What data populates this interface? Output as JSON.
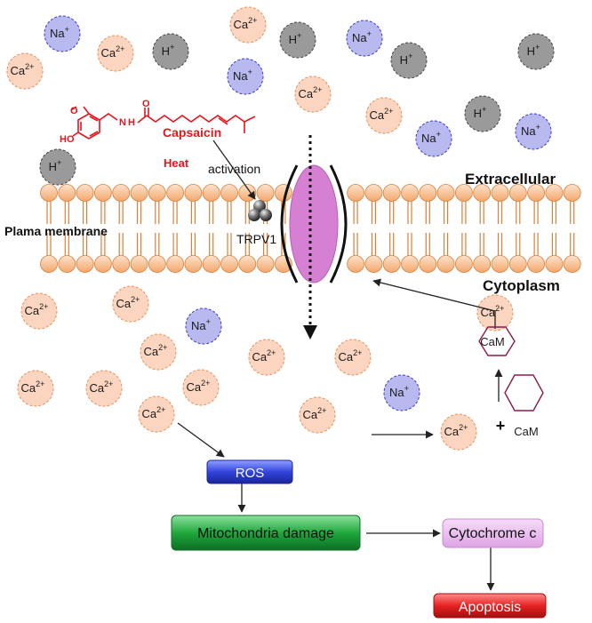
{
  "labels": {
    "extracellular": "Extracellular",
    "cytoplasm": "Cytoplasm",
    "plasma_membrane": "Plama membrane",
    "capsaicin": "Capsaicin",
    "heat": "Heat",
    "activation": "activation",
    "trpv1": "TRPV1",
    "cam_bound": "CaM",
    "cam_free": "CaM"
  },
  "chem_atoms": {
    "o_methoxy": "O",
    "ho": "HO",
    "nh": "N",
    "h": "H",
    "o_carbonyl": "O"
  },
  "ion_names": {
    "ca": "Ca",
    "na": "Na",
    "h": "H"
  },
  "ion_charges": {
    "ca": "2+",
    "na": "+",
    "h": "+"
  },
  "ion_colors": {
    "ca": {
      "fill": "#fcd5c0",
      "stroke": "#e8905a"
    },
    "na": {
      "fill": "#b8b9ef",
      "stroke": "#3a3ad0"
    },
    "h": {
      "fill": "#9a9a9a",
      "stroke": "#444444"
    }
  },
  "ions": [
    {
      "type": "na"
    },
    {
      "type": "ca"
    },
    {
      "type": "h"
    },
    {
      "type": "ca"
    },
    {
      "type": "h"
    },
    {
      "type": "na"
    },
    {
      "type": "h"
    },
    {
      "type": "h"
    },
    {
      "type": "ca"
    },
    {
      "type": "na"
    },
    {
      "type": "ca"
    },
    {
      "type": "ca"
    },
    {
      "type": "h"
    },
    {
      "type": "na"
    },
    {
      "type": "na"
    },
    {
      "type": "h"
    },
    {
      "type": "ca"
    },
    {
      "type": "ca"
    },
    {
      "type": "na"
    },
    {
      "type": "ca"
    },
    {
      "type": "ca"
    },
    {
      "type": "ca"
    },
    {
      "type": "ca"
    },
    {
      "type": "ca"
    },
    {
      "type": "ca"
    },
    {
      "type": "na"
    },
    {
      "type": "ca"
    },
    {
      "type": "ca"
    },
    {
      "type": "ca"
    },
    {
      "type": "ca"
    }
  ],
  "pathway": {
    "ros": "ROS",
    "mito": "Mitochondria damage",
    "cytc": "Cytochrome c",
    "apoptosis": "Apoptosis",
    "plus": "+"
  },
  "colors": {
    "lipid_head": "#f7bb8c",
    "lipid_stroke": "#d9803a",
    "channel": "#d680d4",
    "capsaicin": "#e8141e",
    "ros": "#3344dd",
    "mito": "#1fa83c",
    "cytc": "#e8b8ee",
    "apoptosis": "#e82222",
    "cam": "#8b1a4a"
  }
}
